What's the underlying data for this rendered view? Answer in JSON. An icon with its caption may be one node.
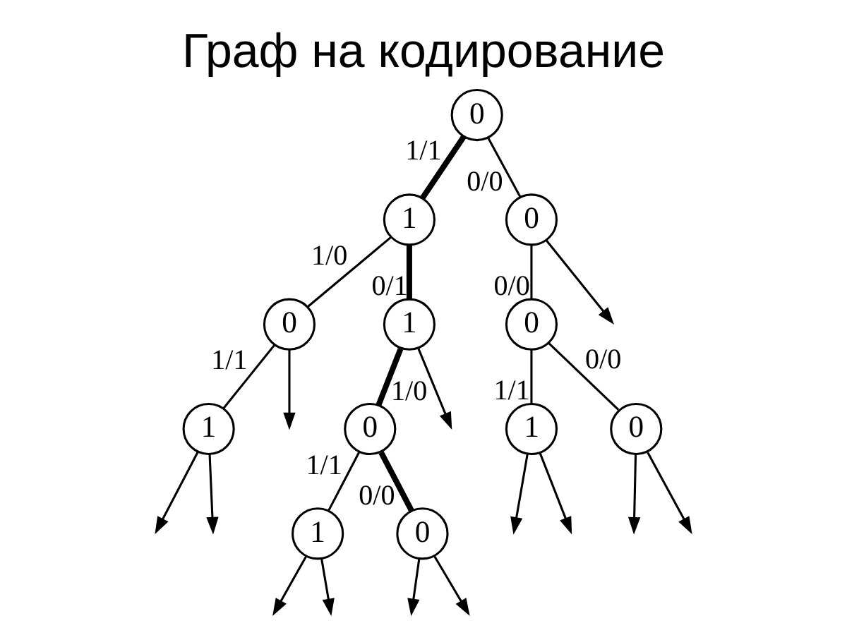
{
  "diagram": {
    "title": "Граф на кодирование",
    "nodes": [
      {
        "text": [
          "0"
        ]
      },
      {
        "text": [
          "1"
        ]
      },
      {
        "text": [
          "0"
        ]
      },
      {
        "text": [
          "0"
        ]
      },
      {
        "text": [
          "1"
        ]
      },
      {
        "text": [
          "0"
        ]
      },
      {
        "text": [
          "1"
        ]
      },
      {
        "text": [
          "0"
        ]
      },
      {
        "text": [
          "1"
        ]
      },
      {
        "text": [
          "0"
        ]
      },
      {
        "text": [
          "1"
        ]
      },
      {
        "text": [
          "0"
        ]
      }
    ],
    "edges": [
      {
        "from": 0,
        "to": 1,
        "label": "1/1",
        "arrow": "none",
        "style": "thick"
      },
      {
        "from": 0,
        "to": 2,
        "label": "0/0",
        "arrow": "none"
      },
      {
        "from": 1,
        "to": 3,
        "label": "1/0",
        "arrow": "none"
      },
      {
        "from": 1,
        "to": 4,
        "label": "0/1",
        "arrow": "none",
        "style": "thick"
      },
      {
        "from": 2,
        "to": null,
        "arrow": "to"
      },
      {
        "from": 2,
        "to": 5,
        "label": "0/0",
        "arrow": "none"
      },
      {
        "from": 3,
        "to": 6,
        "label": "1/1",
        "arrow": "none"
      },
      {
        "from": 3,
        "to": null,
        "arrow": "to"
      },
      {
        "from": 4,
        "to": 7,
        "label": "1/0",
        "arrow": "none",
        "style": "thick"
      },
      {
        "from": 4,
        "to": null,
        "arrow": "to"
      },
      {
        "from": 5,
        "to": 8,
        "label": "1/1",
        "arrow": "none"
      },
      {
        "from": 5,
        "to": 9,
        "label": "0/0",
        "arrow": "none"
      },
      {
        "from": 6,
        "to": null,
        "arrow": "to"
      },
      {
        "from": 6,
        "to": null,
        "arrow": "to"
      },
      {
        "from": 7,
        "to": 10,
        "label": "1/1",
        "arrow": "none"
      },
      {
        "from": 7,
        "to": 11,
        "label": "0/0",
        "arrow": "none",
        "style": "thick"
      },
      {
        "from": 8,
        "to": null,
        "arrow": "to"
      },
      {
        "from": 8,
        "to": null,
        "arrow": "to"
      },
      {
        "from": 9,
        "to": null,
        "arrow": "to"
      },
      {
        "from": 9,
        "to": null,
        "arrow": "to"
      },
      {
        "from": 10,
        "to": null,
        "arrow": "to"
      },
      {
        "from": 10,
        "to": null,
        "arrow": "to"
      },
      {
        "from": 11,
        "to": null,
        "arrow": "to"
      },
      {
        "from": 11,
        "to": null,
        "arrow": "to"
      }
    ]
  }
}
